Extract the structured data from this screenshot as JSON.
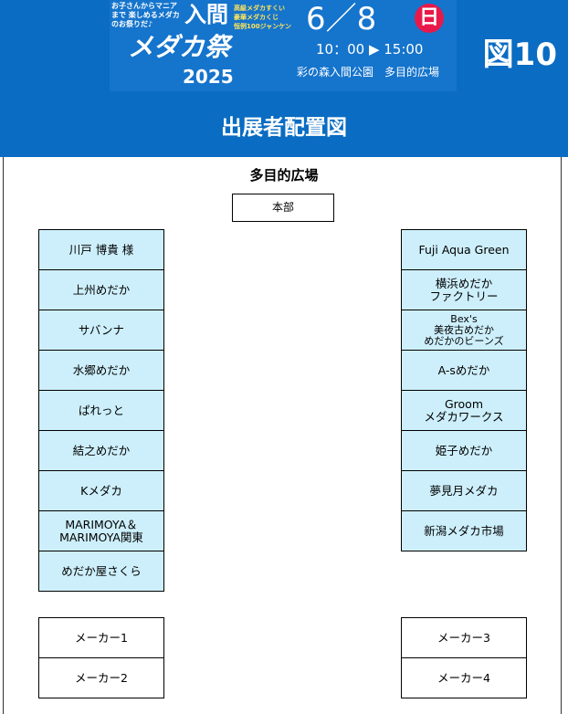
{
  "header": {
    "banner": {
      "tagline": "お子さんからマニアまで 楽しめるメダカのお祭りだ♪",
      "event_name_1": "入間",
      "event_name_2": "メダカ祭",
      "year": "2025",
      "highlights": [
        "高級メダカすくい",
        "豪華メダカくじ",
        "恒例100ジャンケン"
      ],
      "date": "6／8",
      "weekday": "日",
      "time": "10：00 ▶ 15:00",
      "venue": "彩の森入間公園　多目的広場"
    },
    "figure_label": "図10",
    "title": "出展者配置図"
  },
  "area_name": "多目的広場",
  "headquarters": "本部",
  "left_exhibitors": [
    "川戸 博貴 様",
    "上州めだか",
    "サバンナ",
    "水郷めだか",
    "ぱれっと",
    "結之めだか",
    "Kメダカ",
    "MARIMOYA＆\nMARIMOYA関東",
    "めだか屋さくら"
  ],
  "right_exhibitors": [
    "Fuji Aqua Green",
    "横浜めだか\nファクトリー",
    "Bex's\n美夜古めだか\nめだかのビーンズ",
    "A-sめだか",
    "Groom\nメダカワークス",
    "姫子めだか",
    "夢見月メダカ",
    "新潟メダカ市場"
  ],
  "left_makers": [
    "メーカー1",
    "メーカー2"
  ],
  "right_makers": [
    "メーカー3",
    "メーカー4"
  ]
}
